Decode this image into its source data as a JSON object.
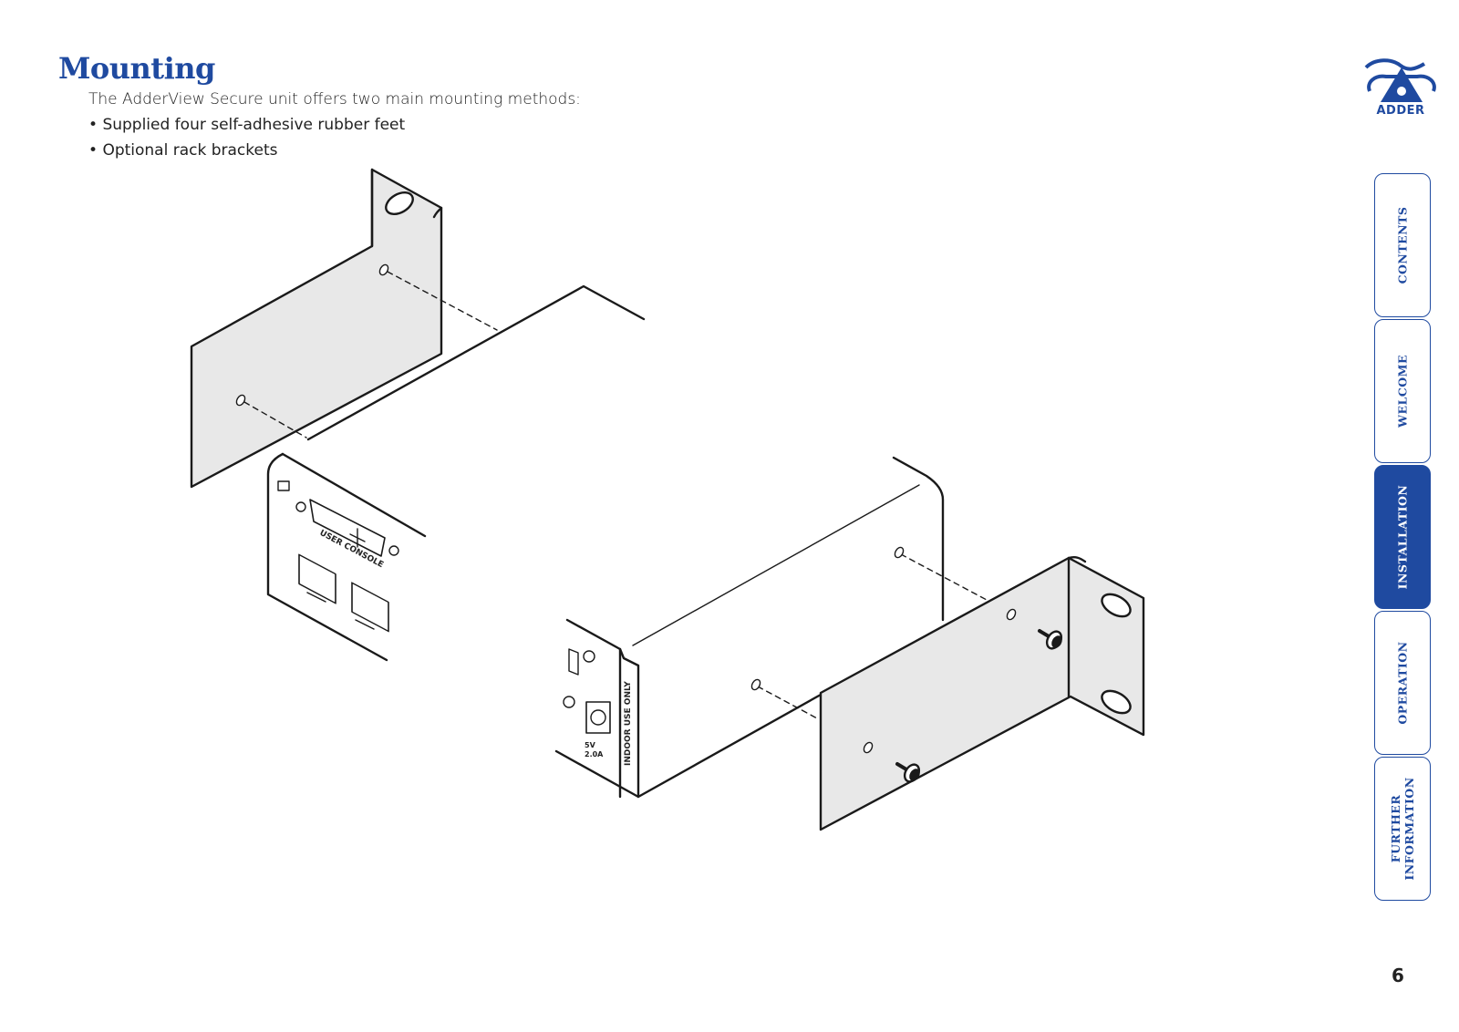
{
  "page": {
    "title": "Mounting",
    "intro": "The AdderView Secure unit offers two main mounting methods:",
    "bullets": [
      "Supplied four self-adhesive rubber feet",
      "Optional rack brackets"
    ],
    "page_number": "6"
  },
  "brand": {
    "logo_text": "ADDER",
    "accent_color": "#1f4aa0"
  },
  "nav": {
    "tabs": [
      {
        "label": "CONTENTS",
        "active": false
      },
      {
        "label": "WELCOME",
        "active": false
      },
      {
        "label": "INSTALLATION",
        "active": true
      },
      {
        "label": "OPERATION",
        "active": false
      },
      {
        "label": "FURTHER\nINFORMATION",
        "active": false
      }
    ]
  },
  "diagram": {
    "front_panel_label": "USER CONSOLE",
    "rear_panel_label": "INDOOR USE ONLY",
    "power_rating_voltage": "5V",
    "power_rating_current": "2.0A"
  }
}
